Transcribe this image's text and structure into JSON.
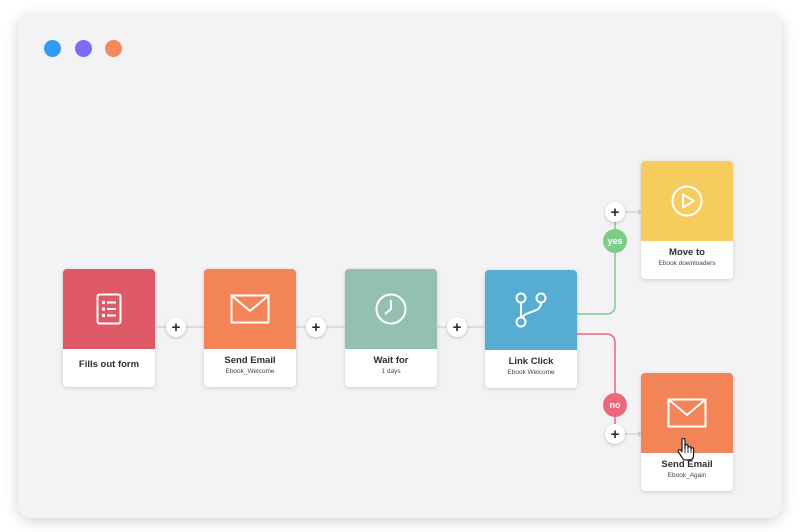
{
  "window": {
    "controls": [
      {
        "name": "blue-dot",
        "color": "#2f9bf6"
      },
      {
        "name": "purple-dot",
        "color": "#7a6cf6"
      },
      {
        "name": "orange-dot",
        "color": "#f6895c"
      }
    ]
  },
  "workflow": {
    "nodes": {
      "fills_out_form": {
        "title": "Fills out form",
        "subtitle": "",
        "color": "#de5a66",
        "icon": "form-list-icon"
      },
      "send_email": {
        "title": "Send Email",
        "subtitle": "Ebook_Welcome",
        "color": "#f38458",
        "icon": "envelope-icon"
      },
      "wait_for": {
        "title": "Wait for",
        "subtitle": "1 days",
        "color": "#94c0b2",
        "icon": "clock-icon"
      },
      "link_click": {
        "title": "Link Click",
        "subtitle": "Ebook Welcome",
        "color": "#56acd3",
        "icon": "branch-icon"
      },
      "move_to": {
        "title": "Move to",
        "subtitle": "Ebook downloaders",
        "color": "#f7cc5f",
        "icon": "play-icon"
      },
      "send_email_again": {
        "title": "Send Email",
        "subtitle": "Ebook_Again",
        "color": "#f38458",
        "icon": "envelope-icon"
      }
    },
    "add_step_symbol": "+",
    "branches": {
      "yes": {
        "label": "yes",
        "color": "#7dcd8a"
      },
      "no": {
        "label": "no",
        "color": "#e9687a"
      }
    }
  }
}
